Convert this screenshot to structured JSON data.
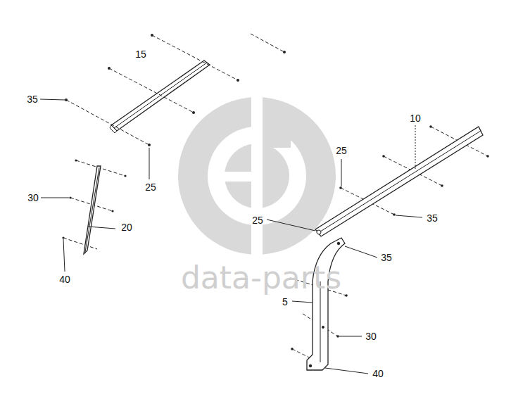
{
  "diagram": {
    "labels": [
      "15",
      "35",
      "25",
      "30",
      "20",
      "40",
      "10",
      "25",
      "25",
      "35",
      "35",
      "5",
      "30",
      "40",
      "data-parts"
    ]
  }
}
